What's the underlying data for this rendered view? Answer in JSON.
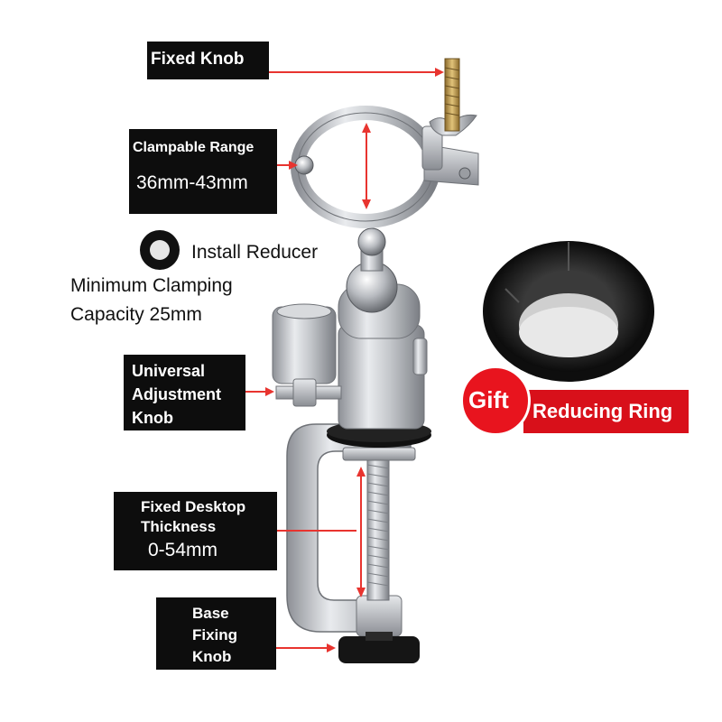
{
  "labels": {
    "fixed_knob": "Fixed Knob",
    "clampable_range_title": "Clampable Range",
    "clampable_range_value": "36mm-43mm",
    "install_reducer": "Install Reducer",
    "min_clamping_line1": "Minimum Clamping",
    "min_clamping_line2": "Capacity 25mm",
    "universal_line1": "Universal",
    "universal_line2": "Adjustment",
    "universal_line3": "Knob",
    "desktop_line1": "Fixed Desktop",
    "desktop_line2": "Thickness",
    "desktop_value": "0-54mm",
    "base_line1": "Base",
    "base_line2": "Fixing",
    "base_line3": "Knob"
  },
  "gift_banner": {
    "gift": "Gift",
    "item": "Reducing Ring"
  },
  "colors": {
    "arrow": "#e8342f",
    "label_bg": "#0d0d0d",
    "gift_red": "#d8101a",
    "gift_circle": "#e8141e",
    "metal": "#b9bcc0"
  }
}
